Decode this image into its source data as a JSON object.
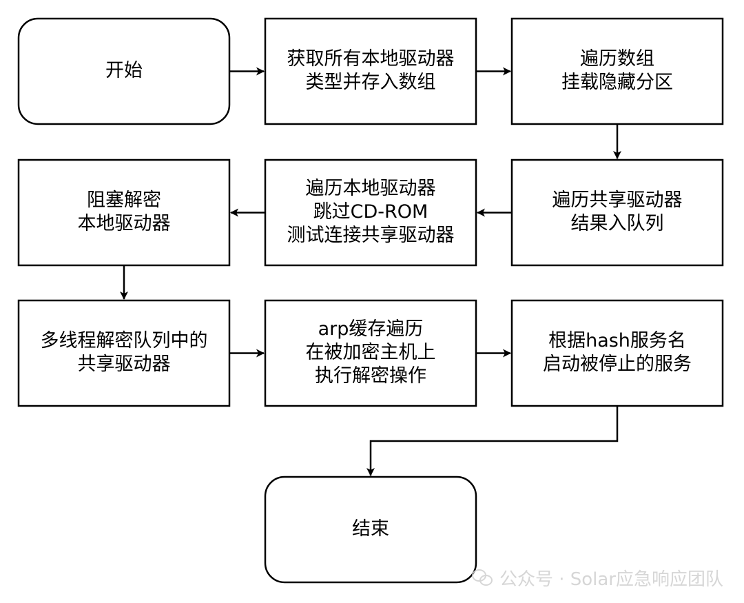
{
  "nodes": [
    {
      "id": "start",
      "shape": "rounded",
      "lines": [
        "开始"
      ]
    },
    {
      "id": "get-drives",
      "shape": "rect",
      "lines": [
        "获取所有本地驱动器",
        "类型并存入数组"
      ]
    },
    {
      "id": "mount-hidden",
      "shape": "rect",
      "lines": [
        "遍历数组",
        "挂载隐藏分区"
      ]
    },
    {
      "id": "shared-queue",
      "shape": "rect",
      "lines": [
        "遍历共享驱动器",
        "结果入队列"
      ]
    },
    {
      "id": "iter-local",
      "shape": "rect",
      "lines": [
        "遍历本地驱动器",
        "跳过CD-ROM",
        "测试连接共享驱动器"
      ]
    },
    {
      "id": "block-decrypt",
      "shape": "rect",
      "lines": [
        "阻塞解密",
        "本地驱动器"
      ]
    },
    {
      "id": "multi-thread",
      "shape": "rect",
      "lines": [
        "多线程解密队列中的",
        "共享驱动器"
      ]
    },
    {
      "id": "arp-cache",
      "shape": "rect",
      "lines": [
        "arp缓存遍历",
        "在被加密主机上",
        "执行解密操作"
      ]
    },
    {
      "id": "restart-svc",
      "shape": "rect",
      "lines": [
        "根据hash服务名",
        "启动被停止的服务"
      ]
    },
    {
      "id": "end",
      "shape": "rounded",
      "lines": [
        "结束"
      ]
    }
  ],
  "edges": [
    {
      "from": "start",
      "to": "get-drives"
    },
    {
      "from": "get-drives",
      "to": "mount-hidden"
    },
    {
      "from": "mount-hidden",
      "to": "shared-queue"
    },
    {
      "from": "shared-queue",
      "to": "iter-local"
    },
    {
      "from": "iter-local",
      "to": "block-decrypt"
    },
    {
      "from": "block-decrypt",
      "to": "multi-thread"
    },
    {
      "from": "multi-thread",
      "to": "arp-cache"
    },
    {
      "from": "arp-cache",
      "to": "restart-svc"
    },
    {
      "from": "restart-svc",
      "to": "end"
    }
  ],
  "watermark": {
    "text": "公众号 · Solar应急响应团队",
    "icon": "wechat-icon"
  }
}
